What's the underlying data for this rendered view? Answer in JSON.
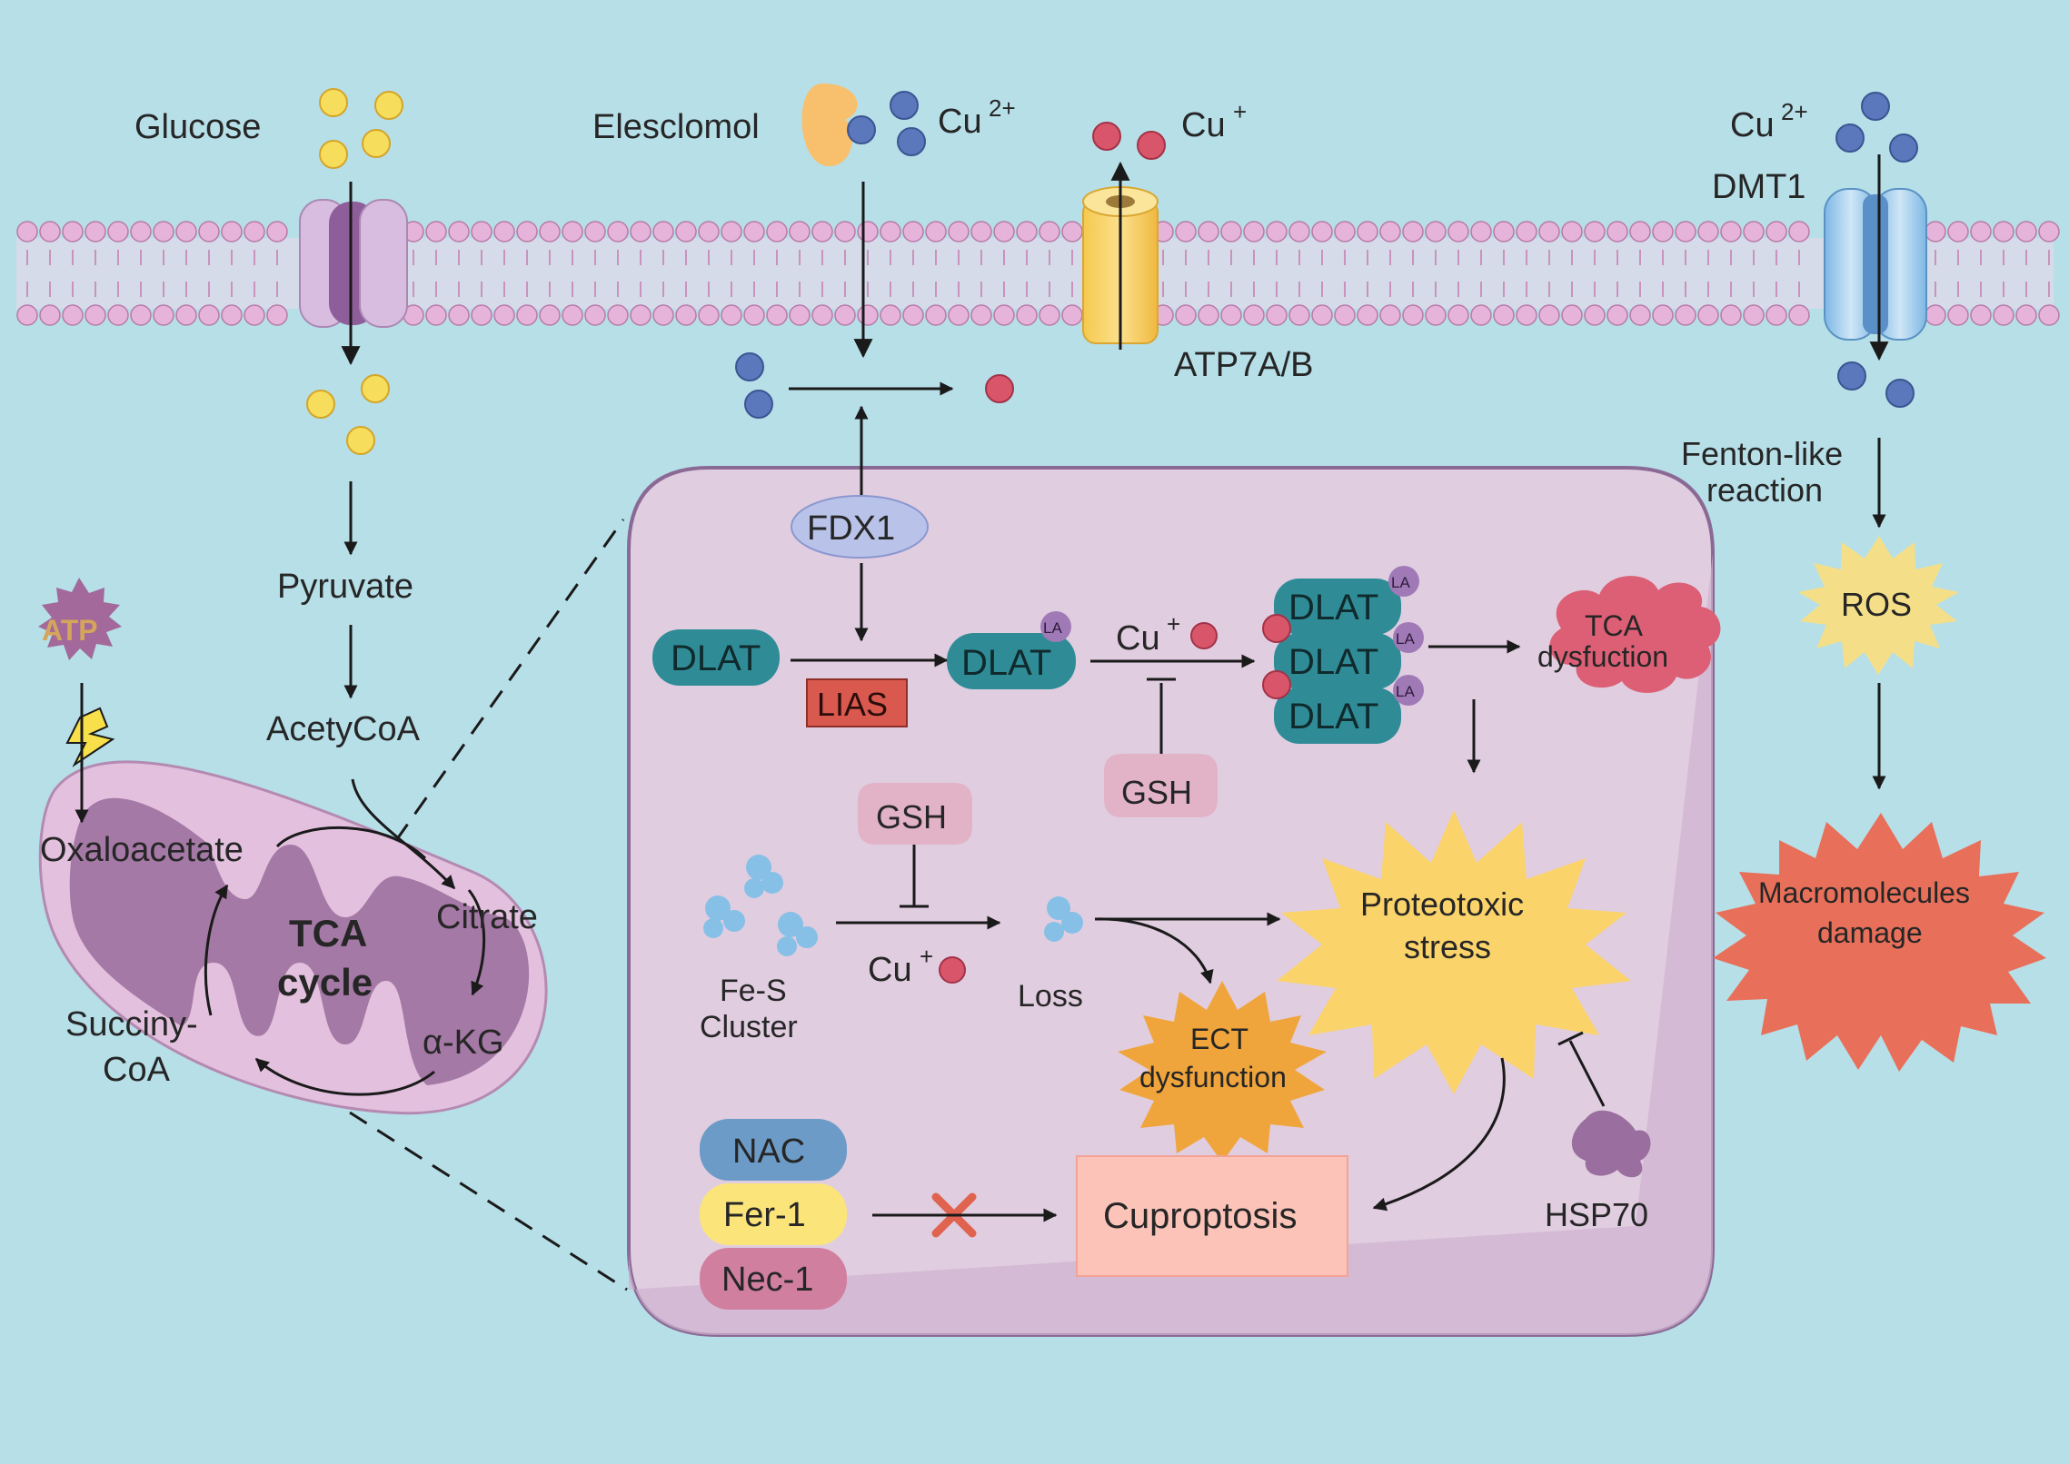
{
  "labels": {
    "glucose": "Glucose",
    "elesclomol": "Elesclomol",
    "cu2_top": "Cu",
    "cu2_top_sup": "2+",
    "cu1_top": "Cu",
    "cu1_top_sup": "+",
    "cu2_right": "Cu",
    "cu2_right_sup": "2+",
    "dmt1": "DMT1",
    "atp7": "ATP7A/B",
    "pyruvate": "Pyruvate",
    "acetylcoa": "AcetyCoA",
    "atp": "ATP",
    "oxaloacetate": "Oxaloacetate",
    "citrate": "Citrate",
    "tca_cycle_1": "TCA",
    "tca_cycle_2": "cycle",
    "akg": "α-KG",
    "succinyl_1": "Succiny-",
    "succinyl_2": "CoA",
    "fdx1": "FDX1",
    "dlat": "DLAT",
    "la": "LA",
    "lias": "LIAS",
    "cu_plus": "Cu",
    "cu_plus_sup": "+",
    "gsh": "GSH",
    "tca_dys_1": "TCA",
    "tca_dys_2": "dysfuction",
    "fes_1": "Fe-S",
    "fes_2": "Cluster",
    "loss": "Loss",
    "proteotoxic_1": "Proteotoxic",
    "proteotoxic_2": "stress",
    "ect_1": "ECT",
    "ect_2": "dysfunction",
    "nac": "NAC",
    "fer1": "Fer-1",
    "nec1": "Nec-1",
    "cuproptosis": "Cuproptosis",
    "hsp70": "HSP70",
    "fenton_1": "Fenton-like",
    "fenton_2": "reaction",
    "ros": "ROS",
    "macro_1": "Macromolecules",
    "macro_2": "damage"
  },
  "colors": {
    "background": "#b7dfe8",
    "cell_fill": "#e0cde0",
    "cell_stroke": "#8a6a95",
    "membrane_bead": "#e6b4da",
    "glucose_dot": "#f6de5c",
    "cu2_dot": "#5b78bd",
    "cu1_dot": "#d9566a",
    "dlat_fill": "#2f8c97",
    "la_fill": "#a07ab6",
    "lias_fill": "#d9594f",
    "fdx1_fill": "#b9c3ea",
    "gsh_fill": "#e2b3c7",
    "tca_dys_fill": "#dc5f75",
    "proteotoxic_fill": "#fbd36b",
    "ect_fill": "#f0a53c",
    "ros_fill": "#f4df88",
    "macro_fill": "#e8705a",
    "nac_fill": "#6d9bc8",
    "fer1_fill": "#fbe57a",
    "nec1_fill": "#d17f9f",
    "cuproptosis_fill": "#fcc4b9",
    "hsp70_fill": "#9a6e9e",
    "atp_fill": "#a2699a",
    "atp_text": "#d4a55a",
    "inhibit_x": "#e0634f",
    "mito_outer": "#e3c1de",
    "mito_inner": "#a579a5"
  },
  "icons": [
    "glucose-transporter-icon",
    "elesclomol-icon",
    "atp7ab-channel-icon",
    "dmt1-channel-icon",
    "lightning-icon",
    "mitochondrion-icon",
    "fe-s-cluster-icon",
    "hsp70-icon",
    "inhibition-cross-icon"
  ]
}
